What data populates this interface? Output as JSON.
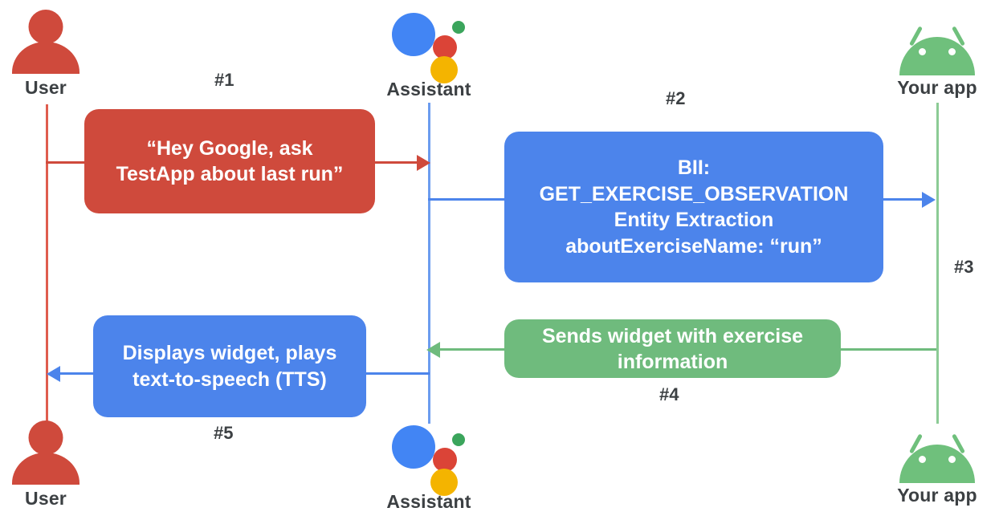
{
  "diagram": {
    "title": "Google Assistant App Actions sequence diagram",
    "colors": {
      "red": "#CF4A3C",
      "blue": "#4C84EB",
      "green": "#6FBB7D",
      "text_dark": "#3c4043",
      "assistant_blue": "#4285F4",
      "assistant_red": "#DB4437",
      "assistant_green": "#3BA55C",
      "assistant_yellow": "#F4B400",
      "android_green": "#6FC07C"
    }
  },
  "actors": {
    "user_top": {
      "label": "User",
      "icon": "user-icon"
    },
    "assistant_top": {
      "label": "Assistant",
      "icon": "google-assistant-icon"
    },
    "app_top": {
      "label": "Your app",
      "icon": "android-icon"
    },
    "user_bottom": {
      "label": "User",
      "icon": "user-icon"
    },
    "assistant_bottom": {
      "label": "Assistant",
      "icon": "google-assistant-icon"
    },
    "app_bottom": {
      "label": "Your app",
      "icon": "android-icon"
    }
  },
  "steps": {
    "s1": {
      "number": "#1"
    },
    "s2": {
      "number": "#2"
    },
    "s3": {
      "number": "#3"
    },
    "s4": {
      "number": "#4"
    },
    "s5": {
      "number": "#5"
    }
  },
  "messages": {
    "m1": {
      "id": "user-query",
      "color": "red",
      "lines": [
        "“Hey Google, ask",
        "TestApp about last run”"
      ]
    },
    "m2": {
      "id": "bii-intent",
      "color": "blue",
      "lines": [
        "BII:",
        "GET_EXERCISE_OBSERVATION",
        "Entity Extraction",
        "aboutExerciseName: “run”"
      ]
    },
    "m4": {
      "id": "app-response",
      "color": "green",
      "lines": [
        "Sends widget with exercise",
        "information"
      ]
    },
    "m5": {
      "id": "assistant-response",
      "color": "blue",
      "lines": [
        "Displays widget, plays",
        "text-to-speech (TTS)"
      ]
    }
  }
}
